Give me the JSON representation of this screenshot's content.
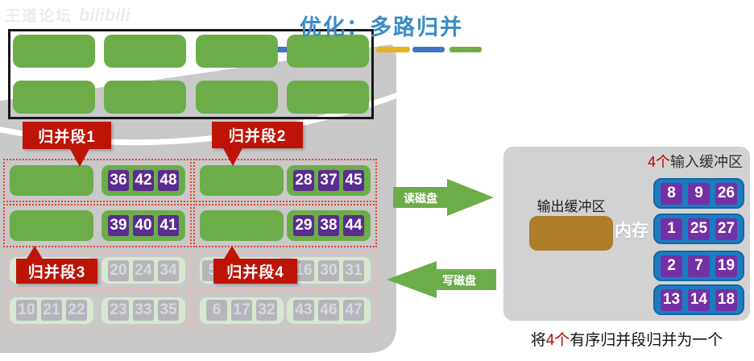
{
  "watermark": {
    "text": "王道论坛",
    "logo": "bilibili"
  },
  "title": {
    "text": "优化：多路归并",
    "color": "#3B8CC7"
  },
  "accent_dashes": [
    "#4472C4",
    "#E5B41F",
    "#4472C4",
    "#70AD47"
  ],
  "disk": {
    "top_block_count": 8,
    "segment_labels": [
      {
        "text": "归并段1"
      },
      {
        "text": "归并段2"
      },
      {
        "text": "归并段3"
      },
      {
        "text": "归并段4"
      }
    ],
    "rows": [
      {
        "faded": false,
        "boxes": [
          {
            "blocks": [
              {
                "tiles": []
              },
              {
                "tiles": [
                  "36",
                  "42",
                  "48"
                ]
              }
            ]
          },
          {
            "blocks": [
              {
                "tiles": []
              },
              {
                "tiles": [
                  "28",
                  "37",
                  "45"
                ]
              }
            ]
          }
        ]
      },
      {
        "faded": false,
        "boxes": [
          {
            "blocks": [
              {
                "tiles": []
              },
              {
                "tiles": [
                  "39",
                  "40",
                  "41"
                ]
              }
            ]
          },
          {
            "blocks": [
              {
                "tiles": []
              },
              {
                "tiles": [
                  "29",
                  "38",
                  "44"
                ]
              }
            ]
          }
        ]
      },
      {
        "faded": true,
        "boxes": [
          {
            "blocks": [
              {
                "tiles": []
              },
              {
                "tiles": [
                  "20",
                  "24",
                  "34"
                ]
              }
            ]
          },
          {
            "blocks": [
              {
                "tiles": [
                  "5"
                ]
              },
              {
                "tiles": [
                  "16",
                  "30",
                  "31"
                ]
              }
            ]
          }
        ]
      },
      {
        "faded": true,
        "boxes": [
          {
            "blocks": [
              {
                "tiles": [
                  "10",
                  "21",
                  "22"
                ]
              },
              {
                "tiles": [
                  "23",
                  "33",
                  "35"
                ]
              }
            ]
          },
          {
            "blocks": [
              {
                "tiles": [
                  "6",
                  "17",
                  "32"
                ]
              },
              {
                "tiles": [
                  "43",
                  "46",
                  "47"
                ]
              }
            ]
          }
        ]
      }
    ]
  },
  "arrows": {
    "read": "读磁盘",
    "write": "写磁盘"
  },
  "memory": {
    "input_buffers_label": {
      "highlight": "4个",
      "rest": "输入缓冲区"
    },
    "output_buffer_label": "输出缓冲区",
    "memory_label": "内存",
    "input_buffers": [
      [
        "8",
        "9",
        "26"
      ],
      [
        "1",
        "25",
        "27"
      ],
      [
        "2",
        "7",
        "19"
      ],
      [
        "13",
        "14",
        "18"
      ]
    ]
  },
  "caption": {
    "prefix": "将",
    "highlight": "4个",
    "rest": "有序归并段归并为一个"
  },
  "colors": {
    "block_green": "#6CAD4A",
    "tile_purple_disk": "#5B2C8F",
    "tile_purple_buffer": "#7431A5",
    "buffer_blue": "#1C7CC0",
    "output_brown": "#AE7D2A",
    "label_red": "#BE1408",
    "disk_gray": "#C9C9C9",
    "memory_gray": "#D2D2D2",
    "highlight_red": "#C00000"
  }
}
